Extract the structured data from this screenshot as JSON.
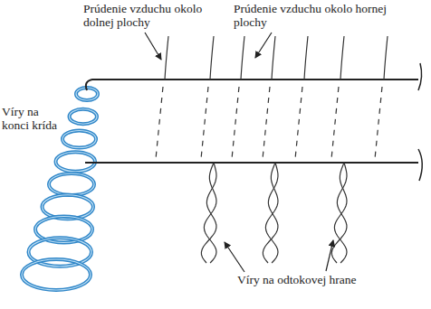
{
  "diagram": {
    "labels": [
      "Prúdenie vzduchu okolo dolnej plochy",
      "Prúdenie vzduchu okolo hornej plochy",
      "Víry na konci krída",
      "Víry na odtokovej hrane"
    ]
  }
}
